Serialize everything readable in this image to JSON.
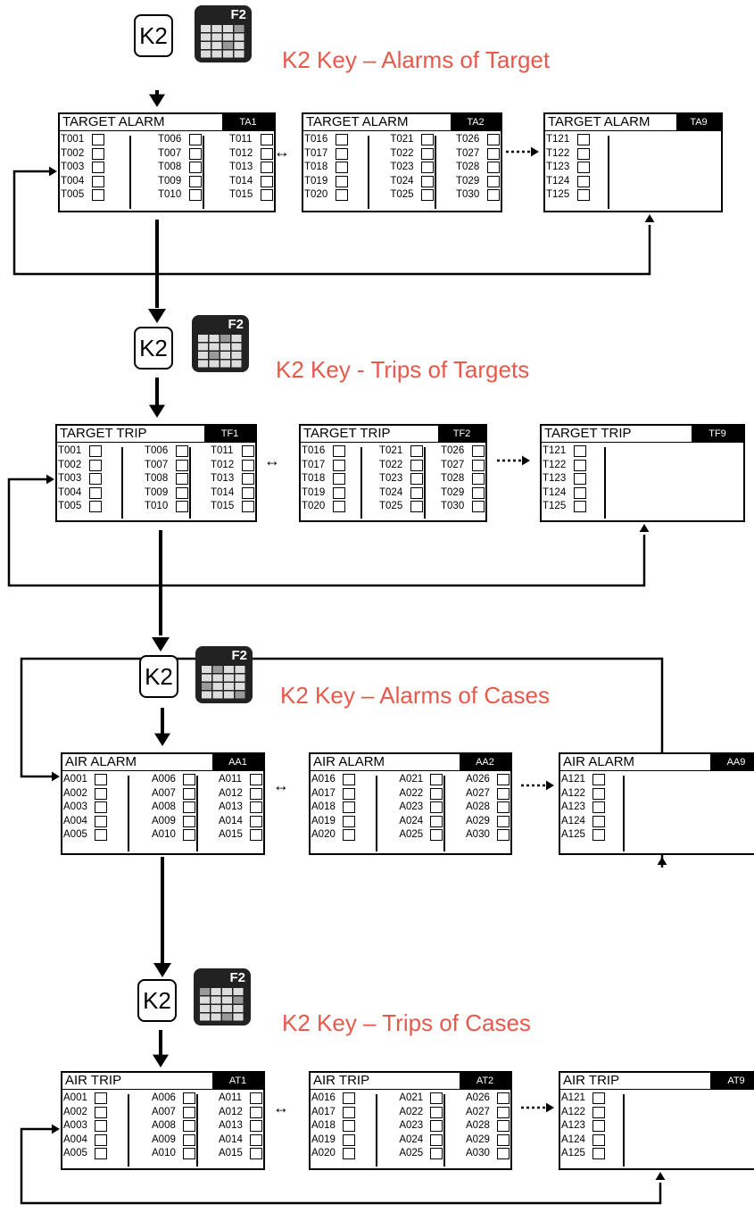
{
  "f2_icon_label": "F2",
  "key_label": "K2",
  "biarrow_glyph": "↔",
  "colors": {
    "label": "#e8584b",
    "line": "#000000",
    "icon_bg": "#222222",
    "icon_grid": "#dddddd"
  },
  "sections": [
    {
      "label": "K2 Key – Alarms of Target",
      "screens": [
        {
          "title": "TARGET ALARM",
          "page": "TA1",
          "columns": [
            [
              "T001",
              "T002",
              "T003",
              "T004",
              "T005"
            ],
            [
              "T006",
              "T007",
              "T008",
              "T009",
              "T010"
            ],
            [
              "T011",
              "T012",
              "T013",
              "T014",
              "T015"
            ]
          ]
        },
        {
          "title": "TARGET ALARM",
          "page": "TA2",
          "columns": [
            [
              "T016",
              "T017",
              "T018",
              "T019",
              "T020"
            ],
            [
              "T021",
              "T022",
              "T023",
              "T024",
              "T025"
            ],
            [
              "T026",
              "T027",
              "T028",
              "T029",
              "T030"
            ]
          ]
        },
        {
          "title": "TARGET ALARM",
          "page": "TA9",
          "columns": [
            [
              "T121",
              "T122",
              "T123",
              "T124",
              "T125"
            ]
          ]
        }
      ]
    },
    {
      "label": "K2 Key - Trips of Targets",
      "screens": [
        {
          "title": "TARGET TRIP",
          "page": "TF1",
          "columns": [
            [
              "T001",
              "T002",
              "T003",
              "T004",
              "T005"
            ],
            [
              "T006",
              "T007",
              "T008",
              "T009",
              "T010"
            ],
            [
              "T011",
              "T012",
              "T013",
              "T014",
              "T015"
            ]
          ]
        },
        {
          "title": "TARGET TRIP",
          "page": "TF2",
          "columns": [
            [
              "T016",
              "T017",
              "T018",
              "T019",
              "T020"
            ],
            [
              "T021",
              "T022",
              "T023",
              "T024",
              "T025"
            ],
            [
              "T026",
              "T027",
              "T028",
              "T029",
              "T030"
            ]
          ]
        },
        {
          "title": "TARGET TRIP",
          "page": "TF9",
          "columns": [
            [
              "T121",
              "T122",
              "T123",
              "T124",
              "T125"
            ]
          ]
        }
      ]
    },
    {
      "label": "K2 Key – Alarms of Cases",
      "screens": [
        {
          "title": "AIR ALARM",
          "page": "AA1",
          "columns": [
            [
              "A001",
              "A002",
              "A003",
              "A004",
              "A005"
            ],
            [
              "A006",
              "A007",
              "A008",
              "A009",
              "A010"
            ],
            [
              "A011",
              "A012",
              "A013",
              "A014",
              "A015"
            ]
          ]
        },
        {
          "title": "AIR ALARM",
          "page": "AA2",
          "columns": [
            [
              "A016",
              "A017",
              "A018",
              "A019",
              "A020"
            ],
            [
              "A021",
              "A022",
              "A023",
              "A024",
              "A025"
            ],
            [
              "A026",
              "A027",
              "A028",
              "A029",
              "A030"
            ]
          ]
        },
        {
          "title": "AIR ALARM",
          "page": "AA9",
          "columns": [
            [
              "A121",
              "A122",
              "A123",
              "A124",
              "A125"
            ]
          ]
        }
      ]
    },
    {
      "label": "K2 Key – Trips of Cases",
      "screens": [
        {
          "title": "AIR TRIP",
          "page": "AT1",
          "columns": [
            [
              "A001",
              "A002",
              "A003",
              "A004",
              "A005"
            ],
            [
              "A006",
              "A007",
              "A008",
              "A009",
              "A010"
            ],
            [
              "A011",
              "A012",
              "A013",
              "A014",
              "A015"
            ]
          ]
        },
        {
          "title": "AIR TRIP",
          "page": "AT2",
          "columns": [
            [
              "A016",
              "A017",
              "A018",
              "A019",
              "A020"
            ],
            [
              "A021",
              "A022",
              "A023",
              "A024",
              "A025"
            ],
            [
              "A026",
              "A027",
              "A028",
              "A029",
              "A030"
            ]
          ]
        },
        {
          "title": "AIR TRIP",
          "page": "AT9",
          "columns": [
            [
              "A121",
              "A122",
              "A123",
              "A124",
              "A125"
            ]
          ]
        }
      ]
    }
  ]
}
